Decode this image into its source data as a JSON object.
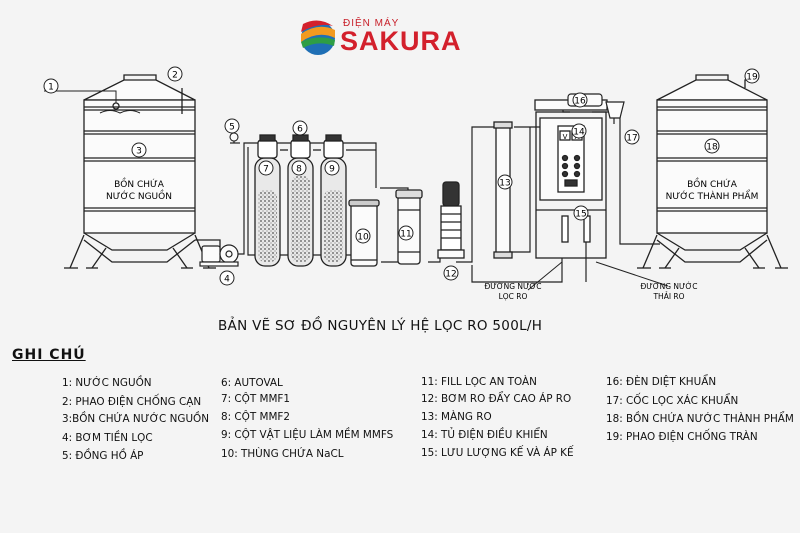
{
  "brand": {
    "small": "ĐIỆN MÁY",
    "name": "SAKURA"
  },
  "title": "BẢN VẼ SƠ ĐỒ NGUYÊN LÝ HỆ LỌC RO 500L/H",
  "legend_heading": "GHI CHÚ",
  "tank_left_label": [
    "BỒN CHỨA",
    "NƯỚC NGUỒN"
  ],
  "tank_right_label": [
    "BỒN CHỨA",
    "NƯỚC THÀNH PHẨM"
  ],
  "flow_labels": {
    "filtered": [
      "ĐƯỜNG NƯỚC",
      "LỌC RO"
    ],
    "waste": [
      "ĐƯỜNG NƯỚC",
      "THẢI RO"
    ]
  },
  "panel_meters": [
    "V",
    "A"
  ],
  "callouts": [
    "1",
    "2",
    "3",
    "4",
    "5",
    "6",
    "7",
    "8",
    "9",
    "10",
    "11",
    "12",
    "13",
    "14",
    "15",
    "16",
    "17",
    "18",
    "19"
  ],
  "legend": [
    [
      "1: NƯỚC NGUỒN",
      "2: PHAO ĐIỆN CHỐNG CẠN",
      "3:BỒN CHỨA NƯỚC NGUỒN",
      "4: BƠM TIỀN LỌC",
      "5: ĐỒNG HỒ ÁP"
    ],
    [
      "6: AUTOVAL",
      "7: CỘT MMF1",
      "8: CỘT MMF2",
      "9: CỘT VẬT LIỆU LÀM MỀM MMFS",
      "10: THÙNG CHỨA NaCL"
    ],
    [
      "11: FILL LỌC AN TOÀN",
      "12: BƠM RO ĐẨY CAO ÁP RO",
      "13: MÀNG RO",
      "14: TỦ ĐIỆN ĐIỀU KHIỂN",
      "15: LƯU LƯỢNG KẾ VÀ ÁP KẾ"
    ],
    [
      "16: ĐÈN DIỆT KHUẨN",
      "17: CỐC LỌC XÁC KHUẨN",
      "18: BỒN CHỨA NƯỚC THÀNH PHẨM",
      "19: PHAO ĐIỆN CHỐNG TRÀN"
    ]
  ],
  "colors": {
    "brand_red": "#d3202c",
    "logo_blue": "#1f6fb5",
    "logo_green": "#2e9e45",
    "logo_orange": "#f29a1f",
    "line": "#222222",
    "media": "#555555"
  }
}
